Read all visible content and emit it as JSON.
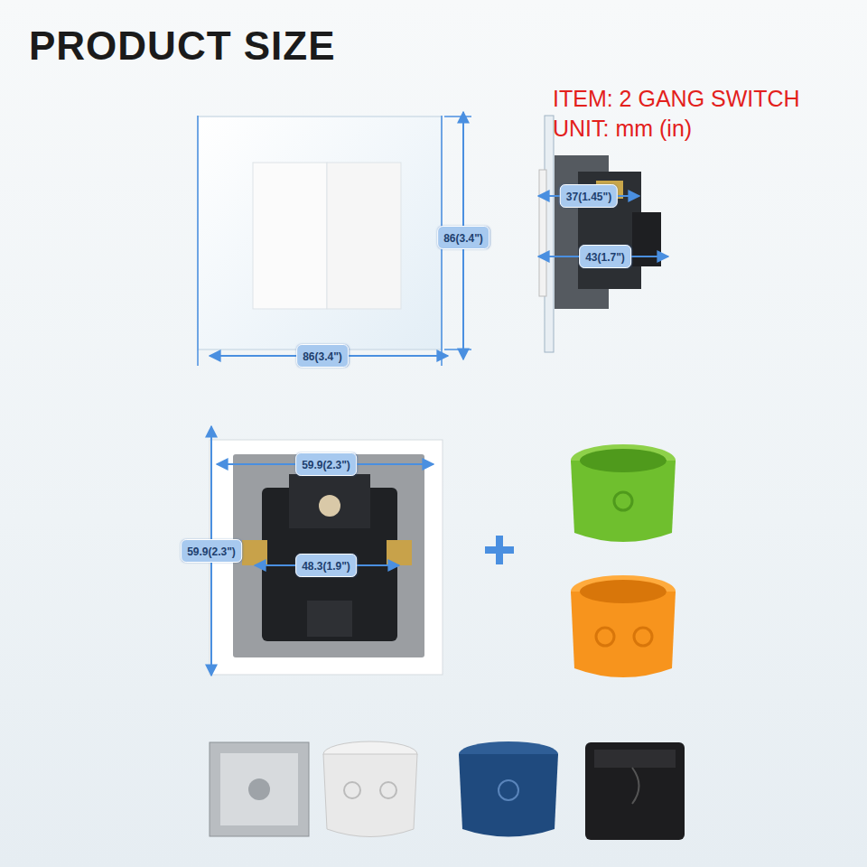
{
  "diagram": {
    "title": "PRODUCT SIZE",
    "nodes": [
      {
        "text": [
          "37(1.45\")"
        ]
      },
      {
        "text": [
          "86(3.4\")"
        ]
      },
      {
        "text": [
          "43(1.7\")"
        ]
      },
      {
        "text": [
          "86(3.4\")"
        ]
      },
      {
        "text": [
          "59.9(2.3\")"
        ]
      },
      {
        "text": [
          "59.9(2.3\")"
        ]
      },
      {
        "text": [
          "48.3(1.9\")"
        ]
      }
    ],
    "labels": [
      "ITEM: 2 GANG SWITCH",
      "UNIT: mm (in)"
    ]
  }
}
